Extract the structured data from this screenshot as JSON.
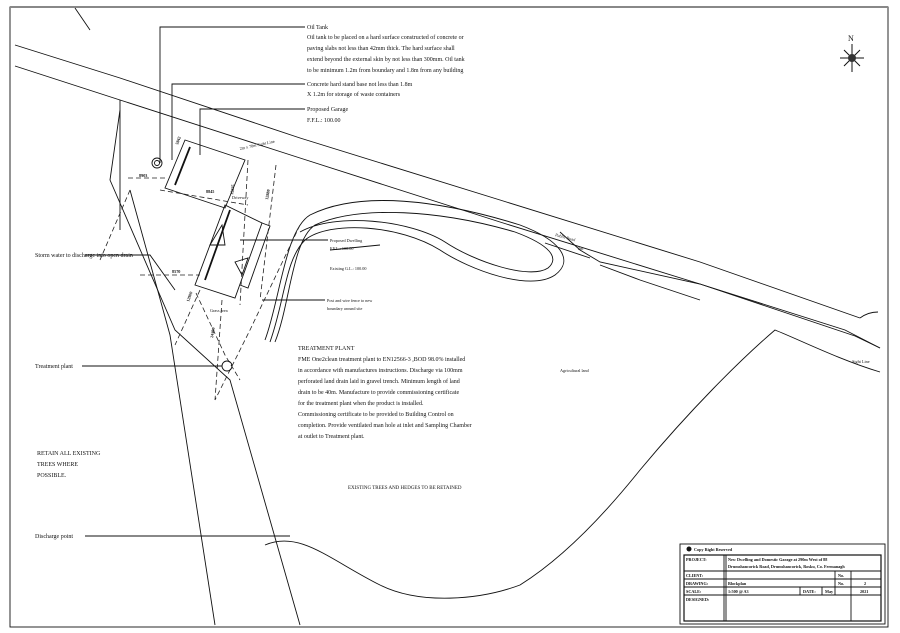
{
  "oil_tank": {
    "title": "Oil Tank",
    "lines": [
      "Oil tank to be placed on a hard surface constructed of concrete or",
      "paving slabs not less than 42mm thick. The hard surface shall",
      "extend beyond the external skin by not less than 300mm. Oil tank",
      "to be minimum 1.2m from boundary and 1.8m from any building"
    ]
  },
  "hard_stand": {
    "lines": [
      "Concrete hard stand base not less than 1.8m",
      "X 1.2m for storage of waste containers"
    ]
  },
  "garage": {
    "title": "Proposed Garage",
    "ffl": "F.F.L.: 100.00"
  },
  "dwelling": {
    "title": "Proposed Dwelling",
    "ffl": "F.F.L.: 100.00",
    "existing_gl": "Existing G.L.: 100.00"
  },
  "labels": {
    "sight_line_top": "2m x 70m Sight Line",
    "driveway": "Driveway",
    "grass_area": "Grass area",
    "fence": [
      "Post and wire fence to new",
      "boundary around site"
    ],
    "public_road": "Public Road",
    "road_2m": "2m",
    "sight_line_right": "Sight Line",
    "agricultural_land": "Agricultural land",
    "storm_water": "Storm water to discharge into open drain",
    "treatment_plant": "Treatment plant",
    "discharge_point": "Discharge point",
    "retain_trees": [
      "RETAIN ALL EXISTING",
      "TREES WHERE",
      "POSSIBLE."
    ],
    "existing_trees": "EXISTING TREES AND HEDGES TO BE RETAINED",
    "north": "N"
  },
  "dimensions": [
    "8903",
    "5842",
    "8845",
    "12235",
    "12880",
    "8570",
    "12900",
    "24400"
  ],
  "treatment_plant_note": {
    "title": "TREATMENT PLANT",
    "lines": [
      "FME One2clean treatment plant to EN12566-3 ,BOD 98.0% installed",
      "in accordance with manufactures instructions. Discharge via 100mm",
      "perforated land drain laid in gravel trench. Minimum length of land",
      "drain to be 40m. Manufacture to provide commissioning certificate",
      "for the treatment plant when the product is installed.",
      "Commissioning certificate to be provided to Building Control on",
      "completion. Provide ventilated man hole at inlet and Sampling Chamber",
      "at outlet to Treatment plant."
    ]
  },
  "title_block": {
    "copyright": "Copy Right Reserved",
    "project_label": "PROJECT:",
    "project_lines": [
      "New Dwelling and Domestic Garage  at 290m West of 88",
      "Drumshancorick Road, Drumshancorick, Rosku, Co. Fermanagh"
    ],
    "client_label": "CLIENT:",
    "client_value": "",
    "no_label": "No.",
    "drawing_label": "DRAWING:",
    "drawing_value": "Blockplan",
    "drawing_no_label": "No.",
    "drawing_no": "2",
    "scale_label": "SCALE:",
    "scale_value": "1:500 @ A3",
    "date_label": "DATE:",
    "date_month": "May",
    "date_year": "2021",
    "designed_label": "DESIGNED:"
  }
}
